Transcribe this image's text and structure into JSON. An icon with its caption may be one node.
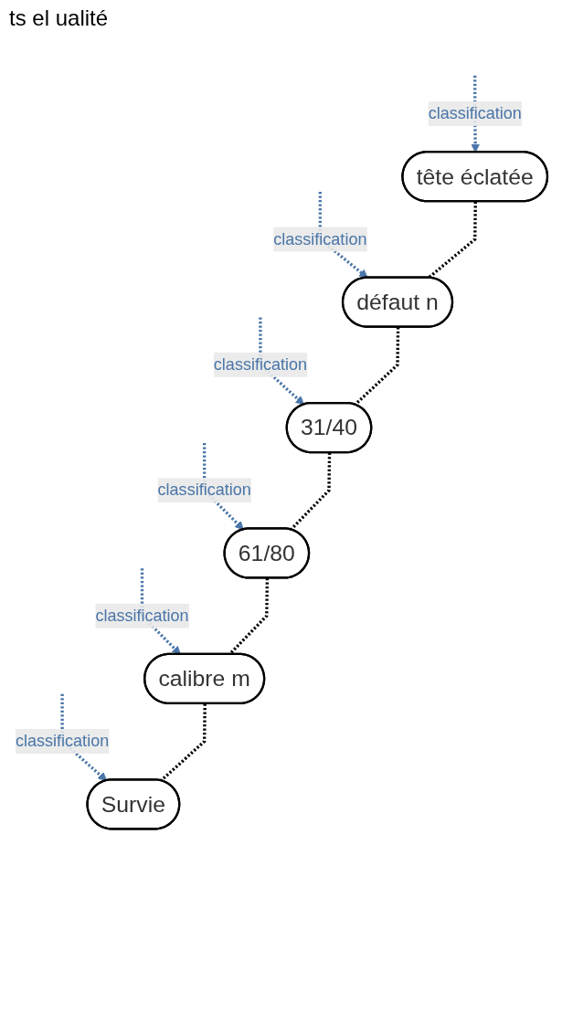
{
  "diagram": {
    "nodes": [
      {
        "text": [
          "tête éclatée"
        ]
      },
      {
        "text": [
          "défaut n"
        ]
      },
      {
        "text": [
          "31/40"
        ]
      },
      {
        "text": [
          "61/80"
        ]
      },
      {
        "text": [
          "calibre m"
        ]
      },
      {
        "text": [
          "Survie"
        ]
      }
    ],
    "edges": [
      {
        "from": null,
        "to": 0,
        "arrow": "to",
        "label": "classification",
        "style": "dashed"
      },
      {
        "from": null,
        "to": 1,
        "arrow": "to",
        "label": "classification",
        "style": "dashed"
      },
      {
        "from": null,
        "to": 2,
        "arrow": "to",
        "label": "classification",
        "style": "dashed"
      },
      {
        "from": null,
        "to": 3,
        "arrow": "to",
        "label": "classification",
        "style": "dashed"
      },
      {
        "from": null,
        "to": 4,
        "arrow": "to",
        "label": "classification",
        "style": "dashed"
      },
      {
        "from": null,
        "to": 5,
        "arrow": "to",
        "label": "classification",
        "style": "dashed"
      },
      {
        "from": 0,
        "to": 1,
        "arrow": "none",
        "style": "dashed",
        "color": "#000000"
      },
      {
        "from": 1,
        "to": 2,
        "arrow": "none",
        "style": "dashed",
        "color": "#000000"
      },
      {
        "from": 2,
        "to": 3,
        "arrow": "none",
        "style": "dashed",
        "color": "#000000"
      },
      {
        "from": 3,
        "to": 4,
        "arrow": "none",
        "style": "dashed",
        "color": "#000000"
      },
      {
        "from": 4,
        "to": 5,
        "arrow": "none",
        "style": "dashed",
        "color": "#000000"
      }
    ],
    "labels": [
      "ts el ualité"
    ]
  }
}
